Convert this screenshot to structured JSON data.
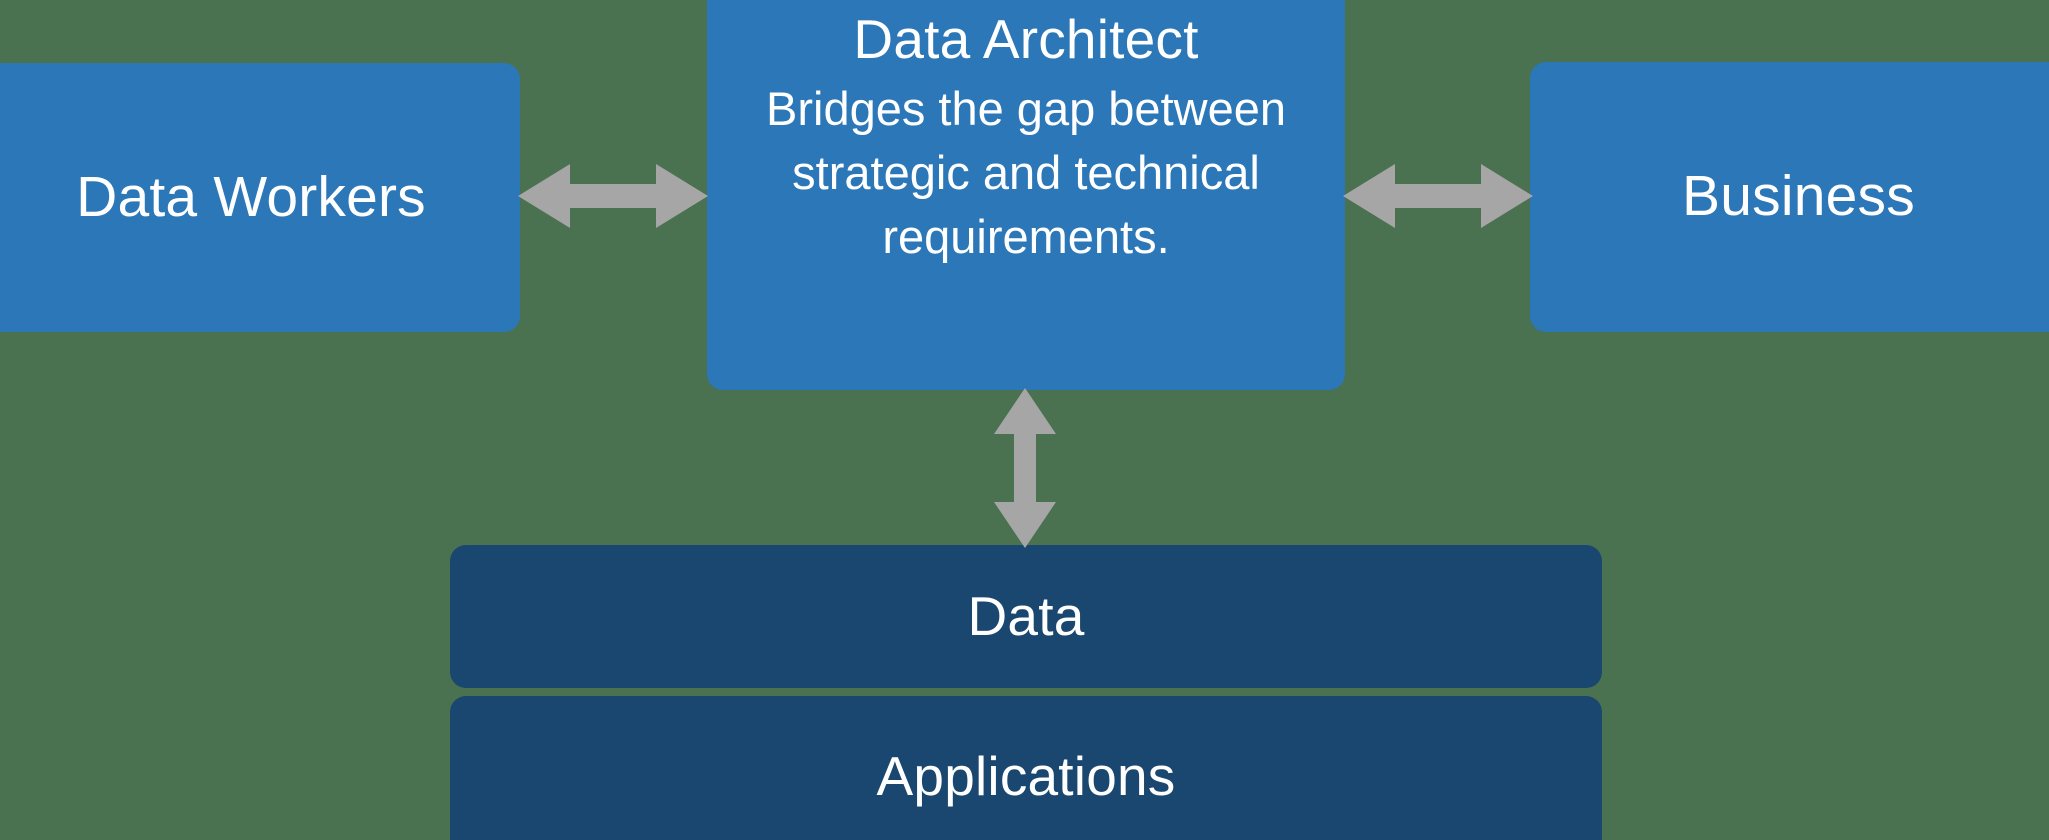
{
  "diagram": {
    "background_color": "#4a7150",
    "accent_blue": "#2b77b8",
    "accent_navy": "#1a4770",
    "arrow_color": "#a6a6a6",
    "nodes": {
      "data_workers": {
        "label": "Data Workers"
      },
      "data_architect": {
        "title": "Data Architect",
        "description": "Bridges the gap between strategic and technical requirements."
      },
      "business": {
        "label": "Business"
      },
      "data": {
        "label": "Data"
      },
      "applications": {
        "label": "Applications"
      }
    },
    "connectors": {
      "left": {
        "name": "double-arrow-left-right"
      },
      "right": {
        "name": "double-arrow-left-right"
      },
      "bottom": {
        "name": "double-arrow-up-down"
      }
    }
  }
}
